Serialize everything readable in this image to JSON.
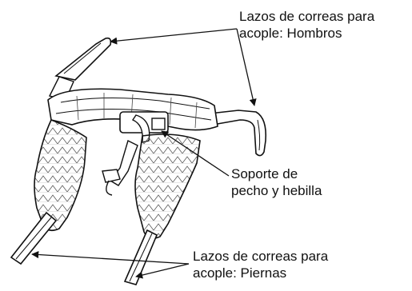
{
  "labels": {
    "shoulders": {
      "line1": "Lazos de correas para",
      "line2": "acople: Hombros"
    },
    "chest": {
      "line1": "Soporte de",
      "line2": "pecho y hebilla"
    },
    "legs": {
      "line1": "Lazos de correas para",
      "line2": "acople: Piernas"
    }
  },
  "colors": {
    "line": "#111111",
    "background": "#ffffff",
    "quilt": "#555555"
  }
}
